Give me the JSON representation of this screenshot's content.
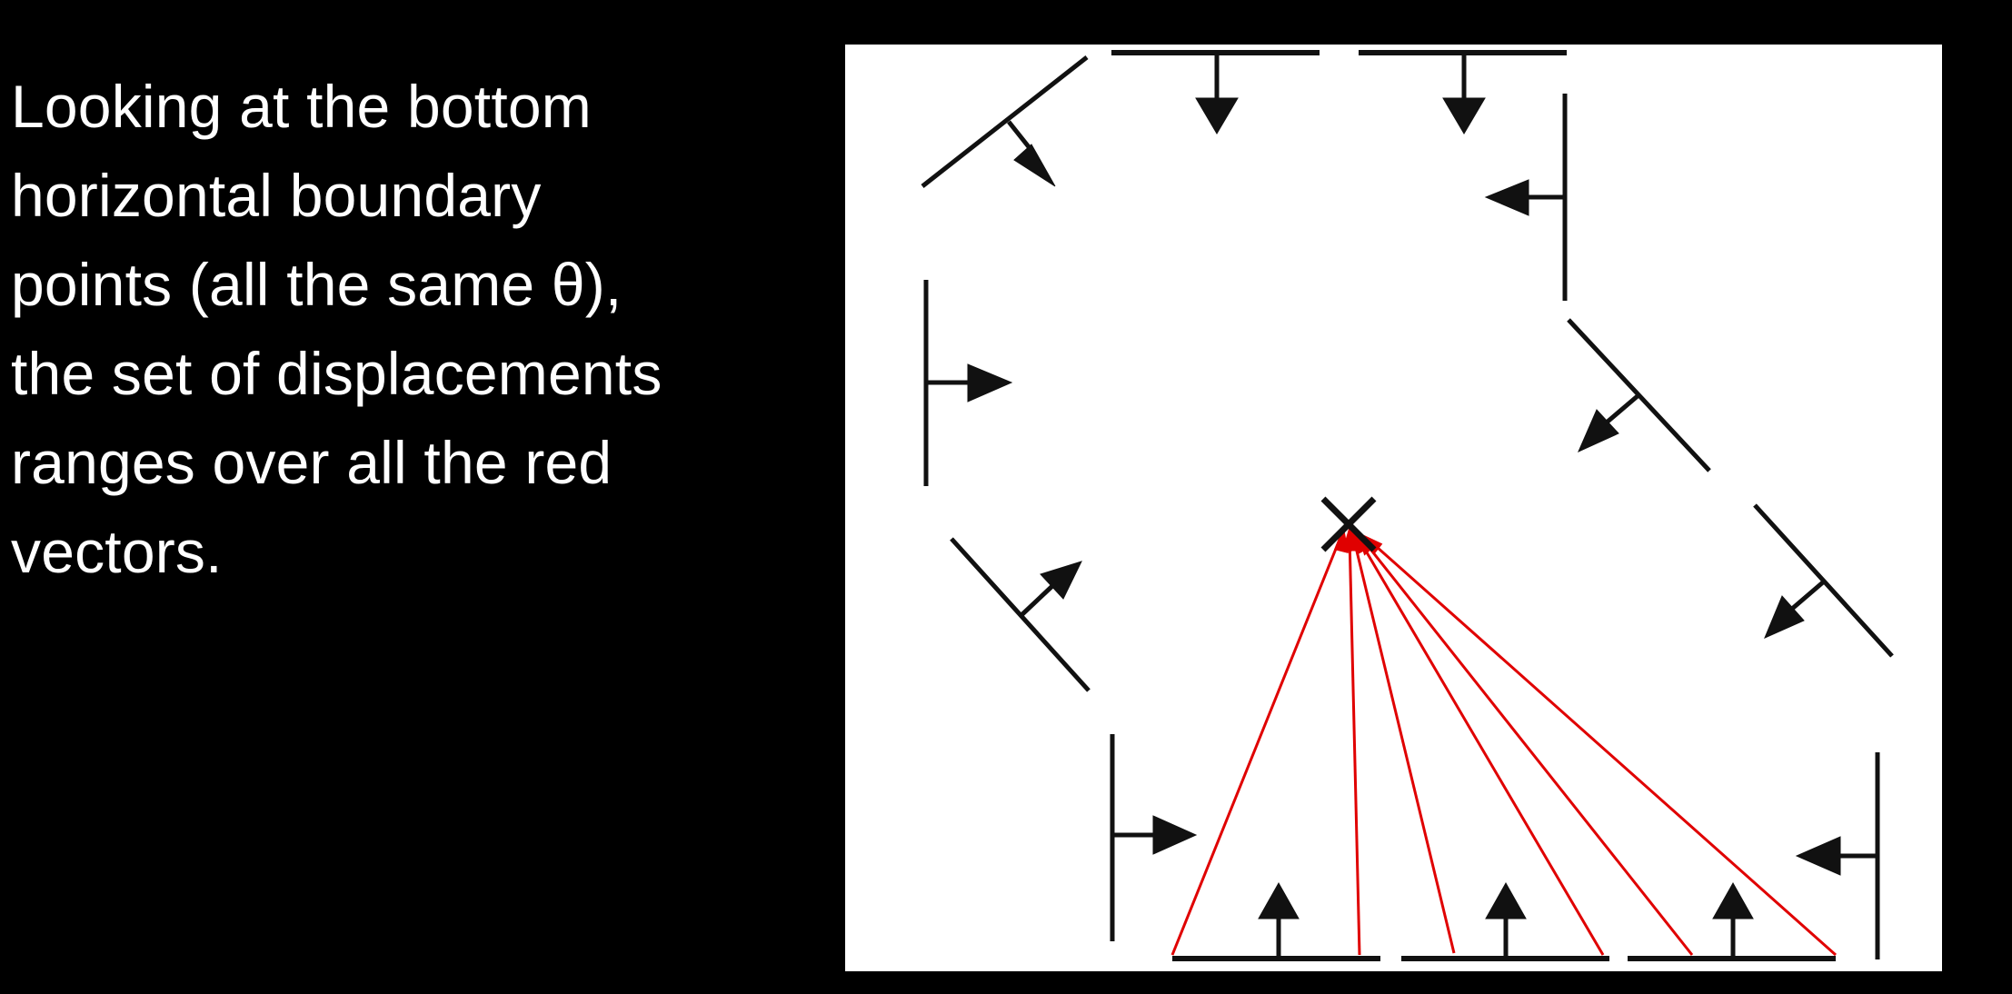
{
  "caption": {
    "lines": [
      "Looking at the bottom",
      "horizontal boundary",
      "points (all the same θ),",
      "the set of displacements",
      "ranges over all the red",
      "vectors."
    ]
  },
  "colors": {
    "background": "#000000",
    "text": "#ffffff",
    "panel": "#ffffff",
    "boundary": "#111111",
    "vectors": "#e00000"
  },
  "icons": {
    "center_marker": "x-mark",
    "normal_arrow": "arrow-head"
  }
}
